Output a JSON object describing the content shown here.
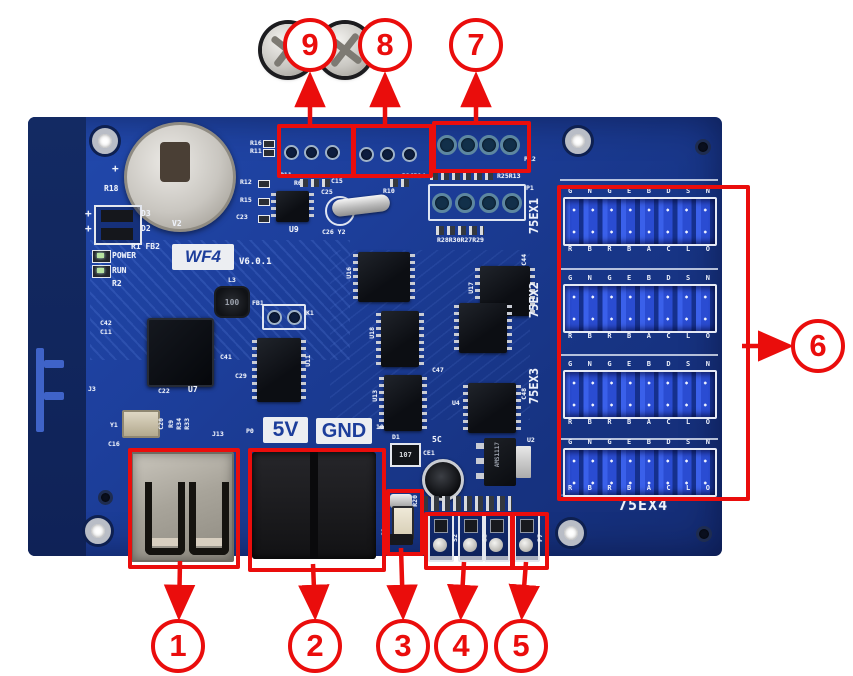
{
  "annotation": {
    "color": "#ea0d0c",
    "callouts": [
      {
        "number": "1"
      },
      {
        "number": "2"
      },
      {
        "number": "3"
      },
      {
        "number": "4"
      },
      {
        "number": "5"
      },
      {
        "number": "6"
      },
      {
        "number": "7"
      },
      {
        "number": "8"
      },
      {
        "number": "9"
      }
    ]
  },
  "board": {
    "model": "WF4",
    "version": "V6.0.1",
    "hub": {
      "top_letters": "GNGEBDSN",
      "bottom_letters": "RBRBACLO",
      "port_labels": [
        "75EX1",
        "75EX2",
        "75EX3",
        "75EX4"
      ]
    },
    "markings": {
      "regulator": "AMS1117",
      "diode": "107",
      "inductor": "100"
    },
    "silkscreen": {
      "v2": "V2",
      "r18": "R18",
      "d3": "D3",
      "d2": "D2",
      "plus": "+",
      "r1fb2": "R1 FB2",
      "power": "POWER",
      "run": "RUN",
      "r2": "R2",
      "r16": "R16",
      "r11": "R11",
      "r12": "R12",
      "r15": "R15",
      "c23": "C23",
      "u9": "U9",
      "p11": "P11",
      "r6": "R6",
      "c15": "C15",
      "c25": "C25",
      "c26y2": "C26 Y2",
      "r10": "R10",
      "r26r14": "R26R14",
      "r25r13": "R25R13",
      "p12": "P12",
      "p1": "P1",
      "r28row": "R28R30R27R29",
      "l3": "L3",
      "fb1": "FB1",
      "k1": "K1",
      "c42": "C42",
      "c11": "C11",
      "u7": "U7",
      "j3": "J3",
      "u11": "U11",
      "u16": "U16",
      "u17": "U17",
      "u18": "U18",
      "u13": "U13",
      "u4": "U4",
      "c47": "C47",
      "c44": "C44",
      "c48": "C48",
      "c41": "C41",
      "c29": "C29",
      "c22": "C22",
      "y1": "Y1",
      "c16": "C16",
      "c20": "C20",
      "r9": "R9",
      "r34": "R34",
      "r33": "R33",
      "j13": "J13",
      "p0": "P0",
      "v5": "5V",
      "gnd": "GND",
      "ten": "10",
      "d1": "D1",
      "sc": "5C",
      "ce1": "CE1",
      "u2": "U2",
      "r20": "R20",
      "s1": "S1",
      "s2": "S2",
      "s3": "S3",
      "p7": "P7",
      "c36": "C36"
    }
  }
}
